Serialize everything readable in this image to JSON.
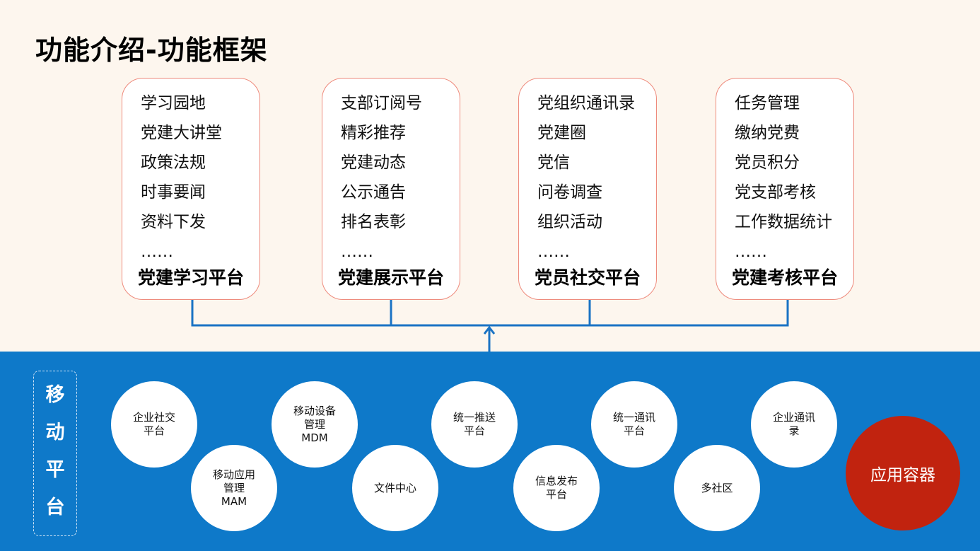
{
  "title": "功能介绍-功能框架",
  "platforms": [
    {
      "items": [
        "学习园地",
        "党建大讲堂",
        "政策法规",
        "时事要闻",
        "资料下发",
        "……"
      ],
      "name": "党建学习平台"
    },
    {
      "items": [
        "支部订阅号",
        "精彩推荐",
        "党建动态",
        "公示通告",
        "排名表彰",
        "……"
      ],
      "name": "党建展示平台"
    },
    {
      "items": [
        "党组织通讯录",
        "党建圈",
        "党信",
        "问卷调查",
        "组织活动",
        "……"
      ],
      "name": "党员社交平台"
    },
    {
      "items": [
        "任务管理",
        "缴纳党费",
        "党员积分",
        "党支部考核",
        "工作数据统计",
        "……"
      ],
      "name": "党建考核平台"
    }
  ],
  "mobile_label": [
    "移",
    "动",
    "平",
    "台"
  ],
  "circles": [
    {
      "lines": [
        "企业社交",
        "平台"
      ]
    },
    {
      "lines": [
        "移动应用",
        "管理",
        "MAM"
      ]
    },
    {
      "lines": [
        "移动设备",
        "管理",
        "MDM"
      ]
    },
    {
      "lines": [
        "文件中心"
      ]
    },
    {
      "lines": [
        "统一推送",
        "平台"
      ]
    },
    {
      "lines": [
        "信息发布",
        "平台"
      ]
    },
    {
      "lines": [
        "统一通讯",
        "平台"
      ]
    },
    {
      "lines": [
        "多社区"
      ]
    },
    {
      "lines": [
        "企业通讯",
        "录"
      ]
    }
  ],
  "container": "应用容器",
  "colors": {
    "band": "#0e79c9",
    "box_border": "#ee8a7c",
    "connector": "#1a73c4",
    "container": "#c1230f"
  }
}
